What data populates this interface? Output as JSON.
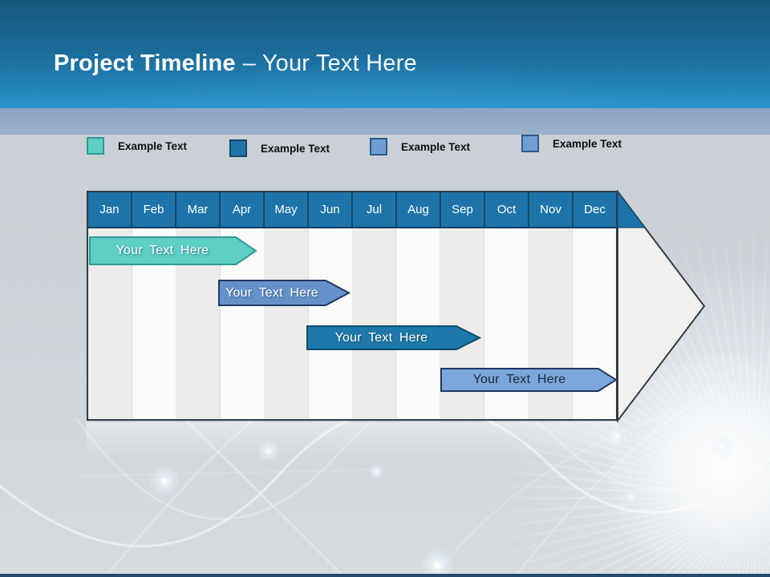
{
  "header": {
    "title_primary": "Project Timeline",
    "title_secondary": "– Your Text Here"
  },
  "legend": {
    "items": [
      {
        "label": "Example Text",
        "color": "#5ecfc5",
        "border": "#2d9b93"
      },
      {
        "label": "Example Text",
        "color": "#1e74a8",
        "border": "#10496b"
      },
      {
        "label": "Example Text",
        "color": "#6f9ed2",
        "border": "#2c5a8c"
      },
      {
        "label": "Example Text",
        "color": "#6f9ed2",
        "border": "#2c5a8c"
      }
    ]
  },
  "timeline": {
    "header_color": "#1e74a8",
    "months": [
      "Jan",
      "Feb",
      "Mar",
      "Apr",
      "May",
      "Jun",
      "Jul",
      "Aug",
      "Sep",
      "Oct",
      "Nov",
      "Dec"
    ],
    "bars": [
      {
        "label": "Your Text Here",
        "color": "#5ecfc5",
        "border": "#2d9b93",
        "text_color": "#ffffff"
      },
      {
        "label": "Your Text Here",
        "color": "#6692cb",
        "border": "#1f3864",
        "text_color": "#ffffff"
      },
      {
        "label": "Your Text Here",
        "color": "#1e79aa",
        "border": "#0f4c6d",
        "text_color": "#ffffff"
      },
      {
        "label": "Your Text Here",
        "color": "#7ca7da",
        "border": "#1f3864",
        "text_color": "#1b2636"
      }
    ]
  },
  "colors": {
    "header_gradient_top": "#15587d",
    "header_gradient_bottom": "#2a93cd",
    "accent_band": "#97aecb",
    "slide_background": "#cdd3d8",
    "table_outline": "#303d47",
    "arrow_tip_fill": "#f1f1ef"
  }
}
